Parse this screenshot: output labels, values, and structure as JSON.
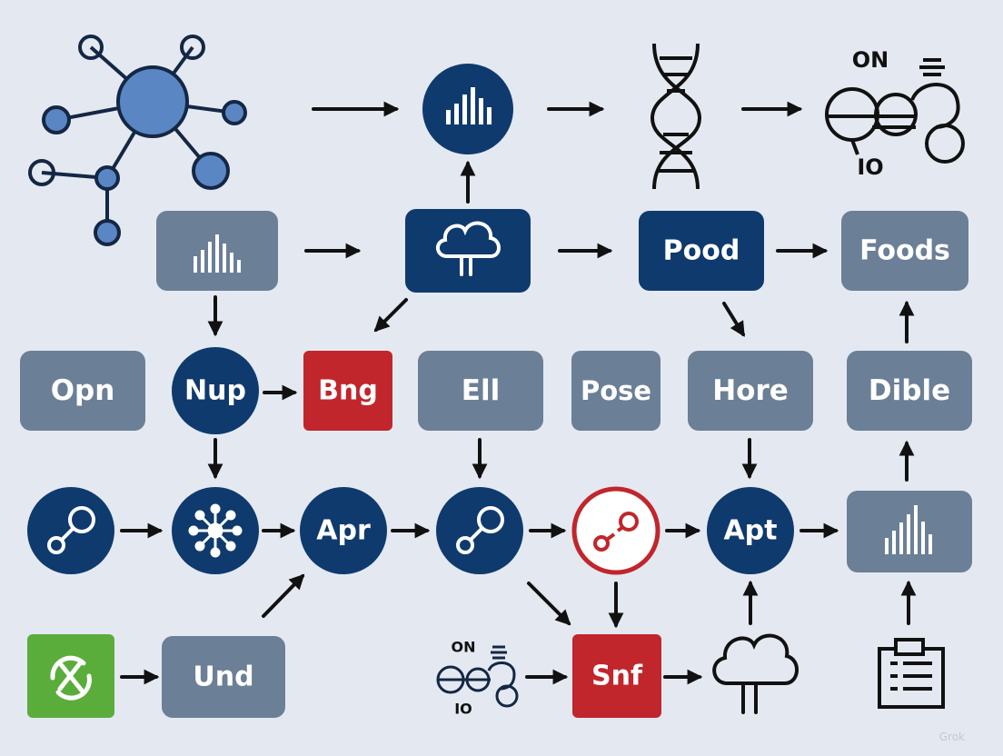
{
  "colors": {
    "background": "#e4e9f1",
    "navy": "#0f3a6e",
    "slate": "#6b7f97",
    "red": "#c0262c",
    "green": "#5aad3a",
    "network_blue": "#5b86c4",
    "arrow": "#111111"
  },
  "boxes": {
    "pood": "Pood",
    "foods": "Foods",
    "opn": "Opn",
    "bng": "Bng",
    "ell": "Ell",
    "pose": "Pose",
    "hore": "Hore",
    "dible": "Dible",
    "und": "Und",
    "snf": "Snf"
  },
  "circles": {
    "nup": "Nup",
    "apr": "Apr",
    "apt": "Apt"
  },
  "molecule": {
    "top_label": "ON",
    "bottom_label": "IO"
  },
  "watermark": "Grok",
  "icons": [
    "network-icon",
    "bar-chart-icon",
    "dna-icon",
    "molecule-icon",
    "cloud-icon",
    "link-icon",
    "hub-icon",
    "broken-link-icon",
    "recycle-icon",
    "clipboard-icon"
  ]
}
